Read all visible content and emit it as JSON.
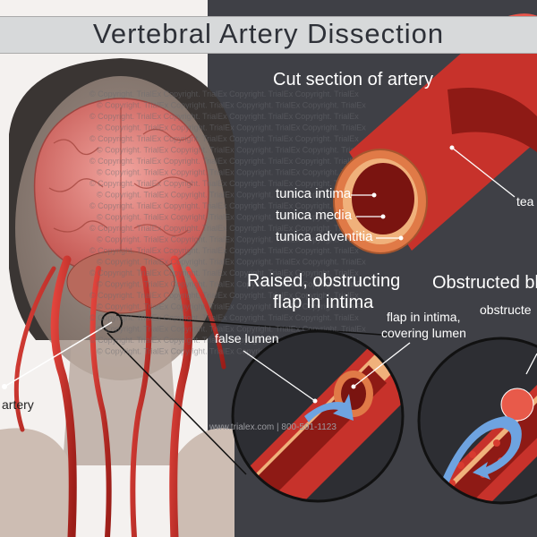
{
  "title": "Vertebral Artery Dissection",
  "labels": {
    "cut_section": "Cut section of artery",
    "tunica_intima": "tunica intima",
    "tunica_media": "tunica media",
    "tunica_adventitia": "tunica adventitia",
    "tear": "tea",
    "raised_flap_line1": "Raised, obstructing",
    "raised_flap_line2": "flap in intima",
    "obstructed": "Obstructed bl",
    "obstructed_sub": "obstructe",
    "false_lumen": "false lumen",
    "flap_covering_line1": "flap in intima,",
    "flap_covering_line2": "covering lumen",
    "artery": "artery"
  },
  "watermark": {
    "text": "© Copyright. TrialEx Copyright. TrialEx Copyright. TrialEx Copyright. TrialEx",
    "contact": "www.trialex.com  |  800-591-1123"
  },
  "colors": {
    "dark_panel": "#3f4046",
    "title_bar": "#d7d9da",
    "title_text": "#2e3138",
    "artery_red": "#c62f2a",
    "artery_wall": "#e07a47",
    "lumen": "#7a1410",
    "flow_arrow": "#6ea3e0"
  }
}
